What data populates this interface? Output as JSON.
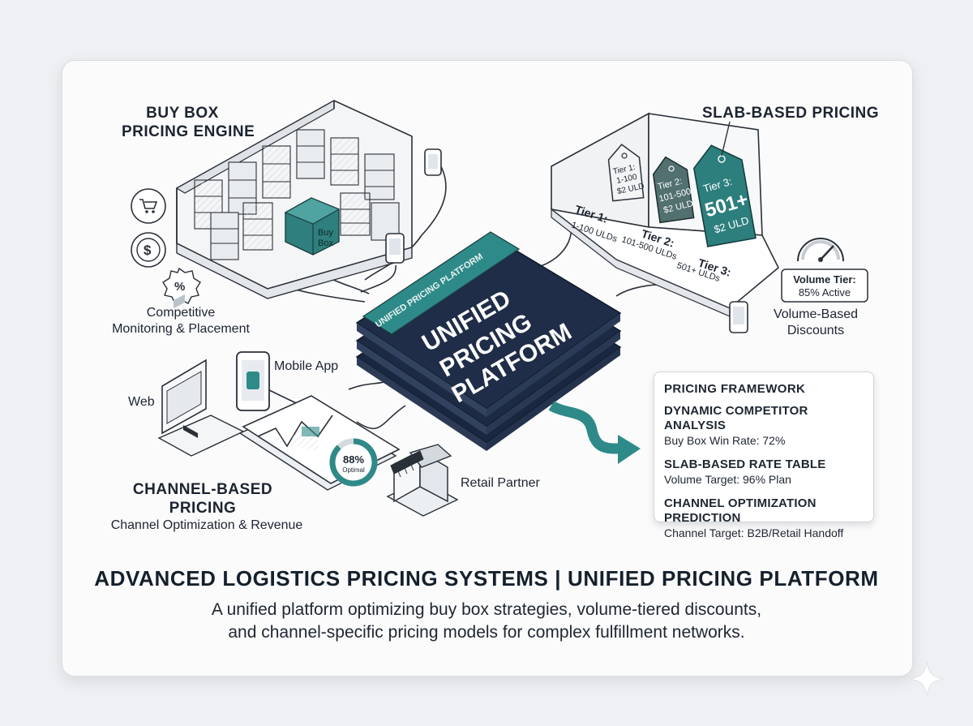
{
  "diagram": {
    "platform": {
      "band_label": "UNIFIED PRICING PLATFORM",
      "title_lines": [
        "UNIFIED",
        "PRICING",
        "PLATFORM"
      ]
    },
    "buy_box": {
      "title_line1": "BUY BOX",
      "title_line2": "PRICING ENGINE",
      "crate_label_line1": "Buy",
      "crate_label_line2": "Box",
      "caption_line1": "Competitive",
      "caption_line2": "Monitoring & Placement",
      "icons": [
        "shopping-cart-icon",
        "dollar-coin-icon",
        "percent-badge-icon",
        "mobile-phone-icon"
      ]
    },
    "slab": {
      "title": "SLAB-BASED PRICING",
      "tags": [
        {
          "line1": "Tier 1:",
          "line2": "1-100",
          "line3": "$2 ULD"
        },
        {
          "line1": "Tier 2:",
          "line2": "101-500",
          "line3": "$2 ULD"
        },
        {
          "line1": "Tier 3:",
          "line2": "501+",
          "line3": "$2 ULD"
        }
      ],
      "floor_tiers": [
        {
          "name": "Tier 1:",
          "range": "1-100 ULDs"
        },
        {
          "name": "Tier 2:",
          "range": "101-500 ULDs"
        },
        {
          "name": "Tier 3:",
          "range": "501+ ULDs"
        }
      ],
      "gauge_label_line1": "Volume Tier:",
      "gauge_label_line2": "85% Active",
      "caption_line1": "Volume-Based",
      "caption_line2": "Discounts"
    },
    "channel": {
      "mobile_label": "Mobile App",
      "web_label": "Web",
      "optimal_value": "88%",
      "optimal_label": "Optimal",
      "optimal_fraction": 0.88,
      "retail_label": "Retail Partner",
      "title_line1": "CHANNEL-BASED",
      "title_line2": "PRICING",
      "caption": "Channel Optimization & Revenue"
    },
    "framework": {
      "title": "PRICING FRAMEWORK",
      "sections": [
        {
          "heading": "DYNAMIC COMPETITOR ANALYSIS",
          "value": "Buy Box Win Rate: 72%"
        },
        {
          "heading": "SLAB-BASED RATE TABLE",
          "value": "Volume Target: 96% Plan"
        },
        {
          "heading": "CHANNEL OPTIMIZATION PREDICTION",
          "value": "Channel Target: B2B/Retail Handoff"
        }
      ]
    }
  },
  "footer": {
    "title": "ADVANCED LOGISTICS PRICING SYSTEMS | UNIFIED PRICING PLATFORM",
    "subtitle_line1": "A unified platform optimizing buy box strategies, volume-tiered discounts,",
    "subtitle_line2": "and channel-specific pricing models for complex fulfillment networks."
  },
  "colors": {
    "navy": "#1e2d45",
    "teal": "#2e8a88",
    "line": "#2a3038",
    "background": "#eef0f3"
  }
}
